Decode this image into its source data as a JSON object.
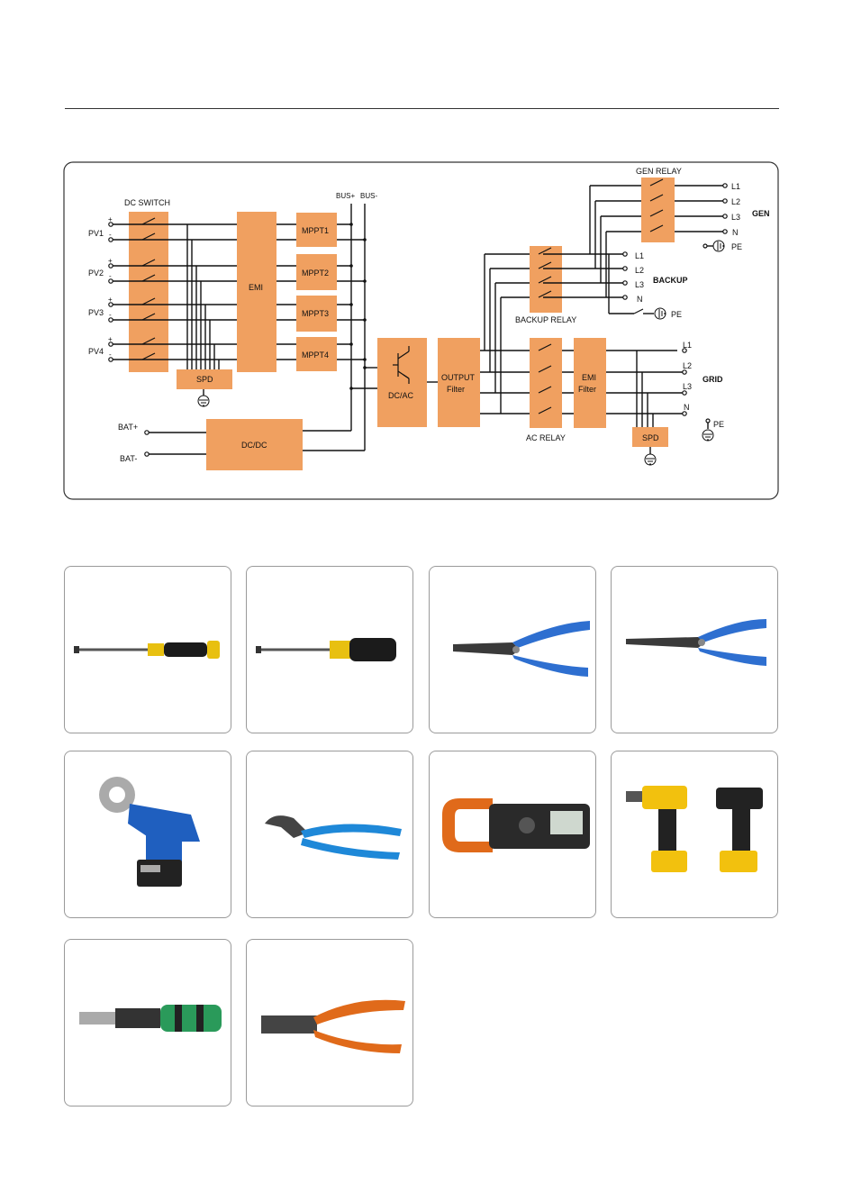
{
  "diagram": {
    "dc_switch": "DC SWITCH",
    "pv_inputs": [
      "PV1",
      "PV2",
      "PV3",
      "PV4"
    ],
    "plus": "+",
    "minus": "-",
    "spd": "SPD",
    "emi": "EMI",
    "mppt": [
      "MPPT1",
      "MPPT2",
      "MPPT3",
      "MPPT4"
    ],
    "bus_plus": "BUS+",
    "bus_minus": "BUS-",
    "dcac": "DC/AC",
    "output_filter": [
      "OUTPUT",
      "Filter"
    ],
    "emi_filter": [
      "EMI",
      "Filter"
    ],
    "dcdc": "DC/DC",
    "bat_plus": "BAT+",
    "bat_minus": "BAT-",
    "gen_relay": "GEN RELAY",
    "backup_relay": "BACKUP RELAY",
    "ac_relay": "AC RELAY",
    "gen_terminals": [
      "L1",
      "L2",
      "L3",
      "N"
    ],
    "backup_terminals": [
      "L1",
      "L2",
      "L3",
      "N"
    ],
    "grid_terminals": [
      "L1",
      "L2",
      "L3",
      "N"
    ],
    "pe": "PE",
    "gen": "GEN",
    "backup": "BACKUP",
    "grid": "GRID"
  },
  "colors": {
    "block": "#f0a060",
    "wire": "#111111",
    "frame": "#333333"
  },
  "tools": [
    {
      "icon": "precision-screwdriver-icon"
    },
    {
      "icon": "screwdriver-icon"
    },
    {
      "icon": "wire-stripper-icon"
    },
    {
      "icon": "wire-stripper-multitool-icon"
    },
    {
      "icon": "hydraulic-crimper-icon"
    },
    {
      "icon": "tongue-groove-pliers-icon"
    },
    {
      "icon": "clamp-meter-icon"
    },
    {
      "icon": "cordless-drill-set-icon"
    },
    {
      "icon": "torque-screwdriver-icon"
    },
    {
      "icon": "crimping-tool-icon"
    }
  ]
}
